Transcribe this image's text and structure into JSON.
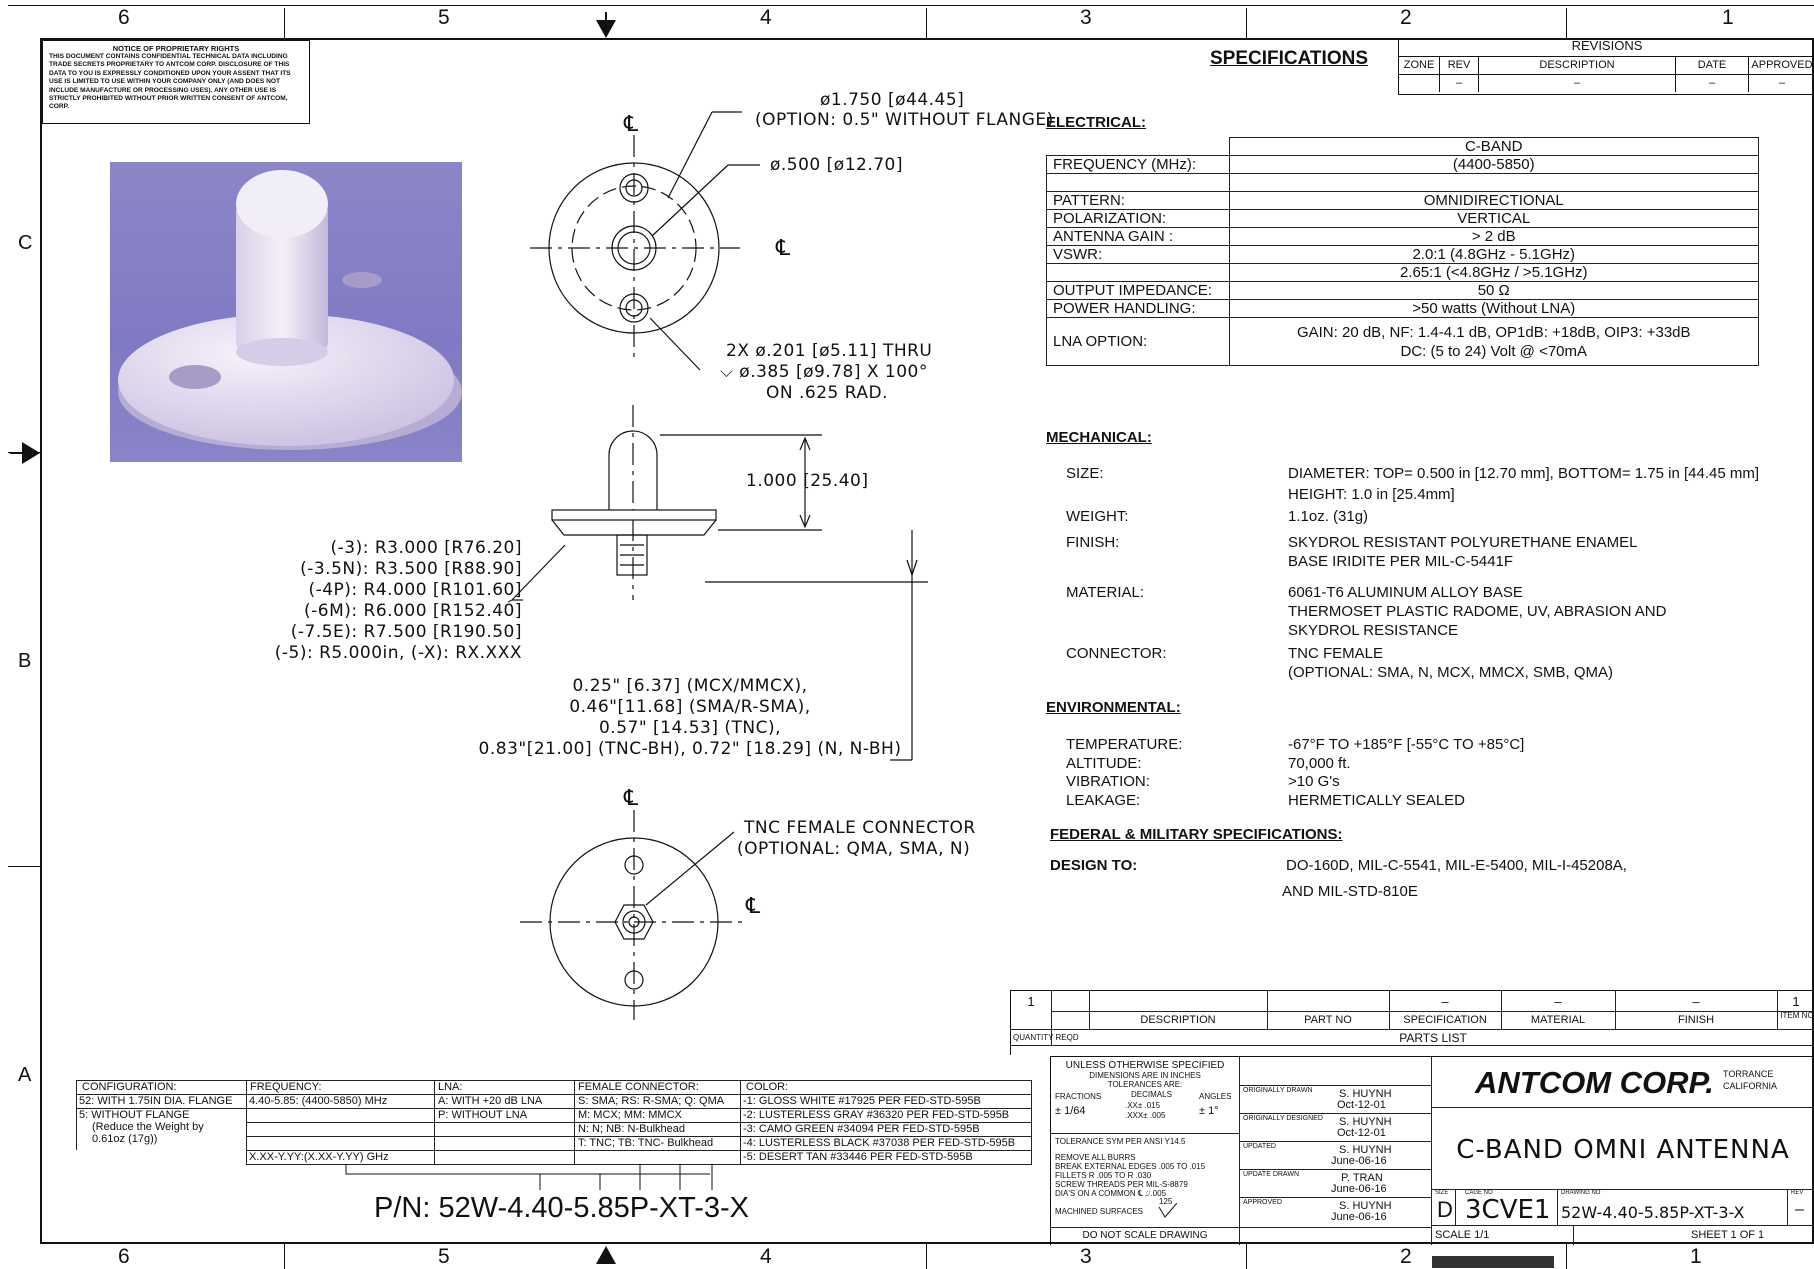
{
  "zones": {
    "columns": [
      "6",
      "5",
      "4",
      "3",
      "2",
      "1"
    ],
    "rows": [
      "C",
      "B",
      "A"
    ]
  },
  "proprietary": {
    "title": "NOTICE OF PROPRIETARY RIGHTS",
    "text": "THIS DOCUMENT CONTAINS CONFIDENTIAL TECHNICAL DATA INCLUDING TRADE SECRETS PROPRIETARY TO ANTCOM CORP. DISCLOSURE OF THIS DATA TO YOU IS EXPRESSLY CONDITIONED UPON YOUR ASSENT THAT ITS USE IS LIMITED TO USE WITHIN YOUR COMPANY ONLY (AND DOES NOT INCLUDE MANUFACTURE OR PROCESSING USES). ANY OTHER USE IS STRICTLY PROHIBITED WITHOUT PRIOR WRITTEN CONSENT OF ANTCOM, CORP."
  },
  "drawing_notes": {
    "dia_flange": "ø1.750 [ø44.45]",
    "option_flange": "(OPTION: 0.5\" WITHOUT FLANGE)",
    "dia_radome": "ø.500 [ø12.70]",
    "holes_1": "2X ø.201 [ø5.11] THRU",
    "holes_2": "⌵ ø.385 [ø9.78] X 100°",
    "holes_3": "ON .625 RAD.",
    "height": "1.000 [25.40]",
    "radius": [
      "(-3):  R3.000 [R76.20]",
      "(-3.5N):  R3.500 [R88.90]",
      "(-4P):  R4.000 [R101.60]",
      "(-6M):  R6.000 [R152.40]",
      "(-7.5E):  R7.500 [R190.50]",
      "(-5):  R5.000in, (-X):  RX.XXX"
    ],
    "connector_len": [
      "0.25\" [6.37] (MCX/MMCX),",
      "0.46\"[11.68] (SMA/R-SMA),",
      "0.57\" [14.53] (TNC),",
      "0.83\"[21.00] (TNC-BH), 0.72\" [18.29] (N, N-BH)"
    ],
    "tnc_1": "TNC FEMALE CONNECTOR",
    "tnc_2": "(OPTIONAL:  QMA, SMA, N)",
    "cl": "℄"
  },
  "specifications": {
    "title": "SPECIFICATIONS",
    "electrical_header": "ELECTRICAL:",
    "electrical": [
      {
        "label": "",
        "value": "C-BAND"
      },
      {
        "label": "FREQUENCY (MHz):",
        "value": "(4400-5850)"
      },
      {
        "label": "",
        "value": ""
      },
      {
        "label": "PATTERN:",
        "value": "OMNIDIRECTIONAL"
      },
      {
        "label": "POLARIZATION:",
        "value": "VERTICAL"
      },
      {
        "label": "ANTENNA GAIN :",
        "value": "> 2 dB"
      },
      {
        "label": "VSWR:",
        "value": "2.0:1 (4.8GHz - 5.1GHz)"
      },
      {
        "label": "",
        "value": "2.65:1 (<4.8GHz / >5.1GHz)"
      },
      {
        "label": "OUTPUT IMPEDANCE:",
        "value": "50 Ω"
      },
      {
        "label": "POWER HANDLING:",
        "value": ">50 watts (Without LNA)"
      }
    ],
    "lna_label": "LNA OPTION:",
    "lna_value_1": "GAIN: 20 dB, NF: 1.4-4.1 dB, OP1dB: +18dB, OIP3: +33dB",
    "lna_value_2": "DC: (5 to 24) Volt @ <70mA",
    "mechanical_header": "MECHANICAL:",
    "size_label": "SIZE:",
    "size_1": "DIAMETER: TOP= 0.500 in [12.70 mm], BOTTOM= 1.75 in [44.45 mm]",
    "size_2": "HEIGHT: 1.0 in [25.4mm]",
    "weight_label": "WEIGHT:",
    "weight": "1.1oz. (31g)",
    "finish_label": "FINISH:",
    "finish_1": "SKYDROL RESISTANT POLYURETHANE ENAMEL",
    "finish_2": "BASE IRIDITE PER MIL-C-5441F",
    "material_label": "MATERIAL:",
    "material_1": "6061-T6 ALUMINUM ALLOY BASE",
    "material_2": "THERMOSET PLASTIC RADOME, UV,  ABRASION AND",
    "material_3": "SKYDROL RESISTANCE",
    "connector_label": "CONNECTOR:",
    "connector_1": "TNC FEMALE",
    "connector_2": "(OPTIONAL: SMA, N, MCX, MMCX, SMB, QMA)",
    "environmental_header": "ENVIRONMENTAL:",
    "temp_label": "TEMPERATURE:",
    "temp": "-67°F TO +185°F [-55°C TO +85°C]",
    "alt_label": "ALTITUDE:",
    "alt": "70,000 ft.",
    "vib_label": "VIBRATION:",
    "vib": ">10 G's",
    "leak_label": "LEAKAGE:",
    "leak": "HERMETICALLY SEALED",
    "fed_header": "FEDERAL & MILITARY SPECIFICATIONS:",
    "design_label": "DESIGN TO:",
    "design_1": "DO-160D, MIL-C-5541, MIL-E-5400, MIL-I-45208A,",
    "design_2": "AND MIL-STD-810E"
  },
  "revisions": {
    "title": "REVISIONS",
    "headers": [
      "ZONE",
      "REV",
      "DESCRIPTION",
      "DATE",
      "APPROVED"
    ],
    "row": [
      "",
      "–",
      "–",
      "–",
      "–"
    ]
  },
  "parts_list": {
    "row": [
      "1",
      "",
      "",
      "–",
      "–",
      "–",
      "1"
    ],
    "headers": [
      "DESCRIPTION",
      "PART NO",
      "SPECIFICATION",
      "MATERIAL",
      "FINISH",
      "ITEM NO"
    ],
    "qty": "QUANTITY REQD",
    "title": "PARTS LIST"
  },
  "config": {
    "headers": [
      "CONFIGURATION:",
      "FREQUENCY:",
      "LNA:",
      "FEMALE CONNECTOR:",
      "COLOR:"
    ],
    "c1": [
      "52: WITH 1.75IN DIA. FLANGE",
      "5: WITHOUT FLANGE",
      "(Reduce the Weight by",
      "0.61oz (17g))"
    ],
    "c2": [
      "4.40-5.85: (4400-5850) MHz",
      "",
      "",
      "",
      "X.XX-Y.YY:(X.XX-Y.YY) GHz"
    ],
    "c3": [
      "A: WITH +20 dB LNA",
      "P: WITHOUT LNA"
    ],
    "c4": [
      "S: SMA; RS: R-SMA; Q: QMA",
      "M: MCX; MM: MMCX",
      "N: N; NB: N-Bulkhead",
      "T: TNC; TB: TNC- Bulkhead"
    ],
    "c5": [
      "-1: GLOSS WHITE #17925 PER FED-STD-595B",
      "-2: LUSTERLESS GRAY #36320 PER FED-STD-595B",
      "-3: CAMO GREEN #34094 PER FED-STD-595B",
      "-4: LUSTERLESS BLACK #37038 PER FED-STD-595B",
      "-5: DESERT TAN #33446 PER FED-STD-595B"
    ],
    "pn": "P/N: 52W-4.40-5.85P-XT-3-X"
  },
  "title_block": {
    "tol_1": "UNLESS OTHERWISE SPECIFIED",
    "tol_2": "DIMENSIONS ARE IN INCHES",
    "tol_3": "TOLERANCES ARE:",
    "fractions": "FRACTIONS",
    "decimals": "DECIMALS",
    "angles": "ANGLES",
    "frac_val": "± 1/64",
    "dec_1": ".XX± .015",
    "dec_2": ".XXX± .005",
    "ang_val": "± 1°",
    "tol_sym": "TOLERANCE SYM PER ANSI Y14.5",
    "notes": [
      "REMOVE ALL BURRS",
      "BREAK EXTERNAL EDGES .005 TO .015",
      "FILLETS R .005 TO R .030",
      "SCREW THREADS PER MIL-S-8879",
      "DIA'S ON A COMMON ℄ ⌰.005"
    ],
    "machined": "MACHINED SURFACES",
    "machined_val": "125",
    "no_scale": "DO NOT SCALE DRAWING",
    "roles": [
      {
        "role": "ORIGINALLY DRAWN",
        "name": "S. HUYNH",
        "date": "Oct-12-01"
      },
      {
        "role": "ORIGINALLY DESIGNED",
        "name": "S. HUYNH",
        "date": "Oct-12-01"
      },
      {
        "role": "UPDATED",
        "name": "S. HUYNH",
        "date": "June-06-16"
      },
      {
        "role": "UPDATE DRAWN",
        "name": "P. TRAN",
        "date": "June-06-16"
      },
      {
        "role": "APPROVED",
        "name": "S. HUYNH",
        "date": "June-06-16"
      }
    ],
    "company": "ANTCOM CORP.",
    "city_1": "TORRANCE",
    "city_2": "CALIFORNIA",
    "drawing_title": "C-BAND  OMNI  ANTENNA",
    "size_label": "SIZE",
    "size": "D",
    "cage_label": "CAGE NO",
    "cage": "3CVE1",
    "dwg_label": "DRAWING NO",
    "dwg": "52W-4.40-5.85P-XT-3-X",
    "rev_label": "REV",
    "rev": "–",
    "scale": "SCALE  1/1",
    "sheet": "SHEET   1   OF   1"
  }
}
